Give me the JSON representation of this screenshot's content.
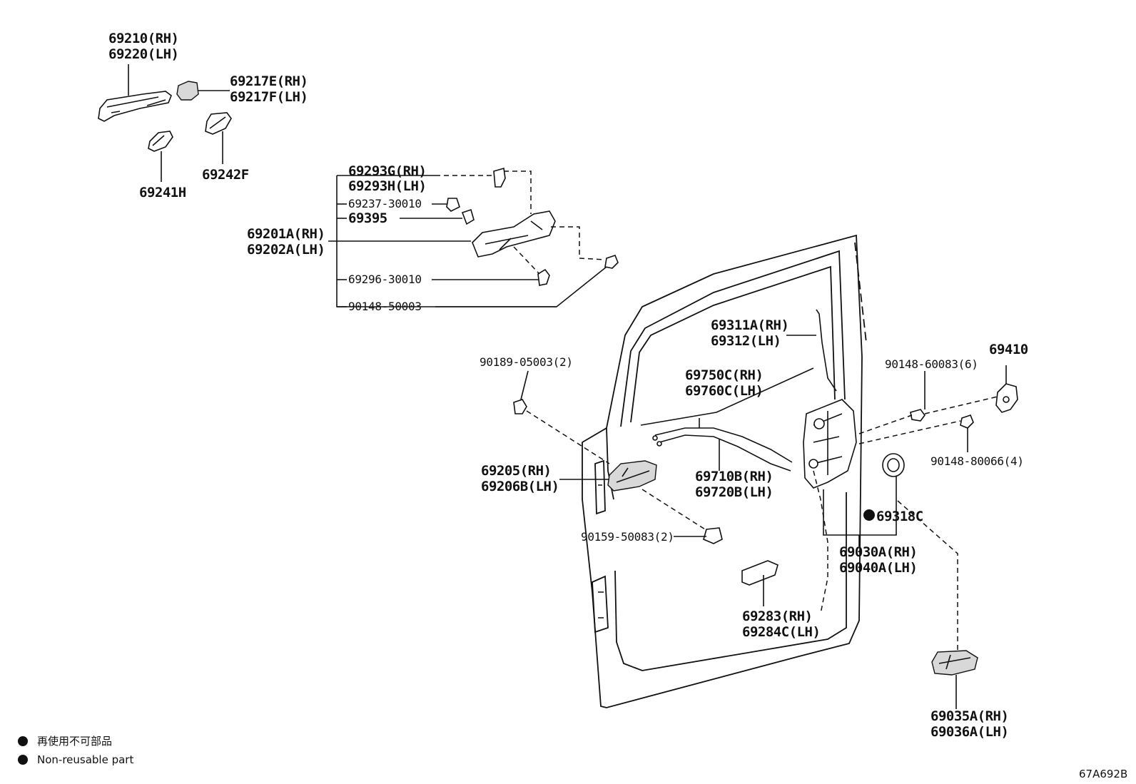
{
  "labels": {
    "p69210_rh": "69210(RH)",
    "p69220_lh": "69220(LH)",
    "p69217e_rh": "69217E(RH)",
    "p69217f_lh": "69217F(LH)",
    "p69241h": "69241H",
    "p69242f": "69242F",
    "p69293g_rh": "69293G(RH)",
    "p69293h_lh": "69293H(LH)",
    "p69237": "69237-30010",
    "p69395": "69395",
    "p69201a_rh": "69201A(RH)",
    "p69202a_lh": "69202A(LH)",
    "p69296": "69296-30010",
    "p90148_50003": "90148-50003",
    "p69311a_rh": "69311A(RH)",
    "p69312_lh": "69312(LH)",
    "p90189": "90189-05003(2)",
    "p69750c_rh": "69750C(RH)",
    "p69760c_lh": "69760C(LH)",
    "p90148_60083": "90148-60083(6)",
    "p69410": "69410",
    "p90148_80066": "90148-80066(4)",
    "p69205_rh": "69205(RH)",
    "p69206b_lh": "69206B(LH)",
    "p69710b_rh": "69710B(RH)",
    "p69720b_lh": "69720B(LH)",
    "p69318c": "69318C",
    "p90159": "90159-50083(2)",
    "p69030a_rh": "69030A(RH)",
    "p69040a_lh": "69040A(LH)",
    "p69283_rh": "69283(RH)",
    "p69284c_lh": "69284C(LH)",
    "p69035a_rh": "69035A(RH)",
    "p69036a_lh": "69036A(LH)"
  },
  "legend": {
    "jp": "再使用不可部品",
    "en": "Non-reusable part"
  },
  "ref_code": "67A692B"
}
